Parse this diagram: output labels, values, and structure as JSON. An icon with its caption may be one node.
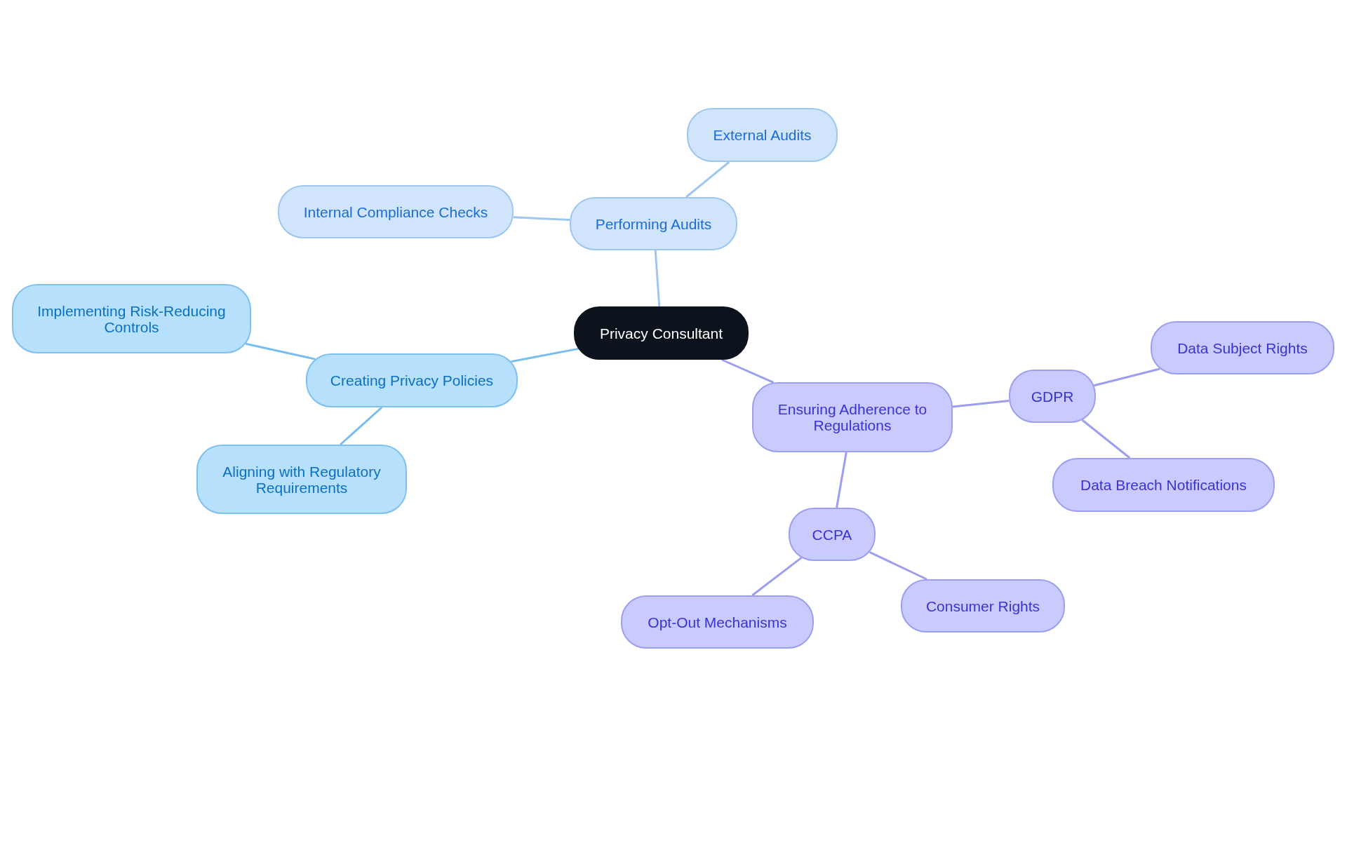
{
  "diagram": {
    "nodes": [
      {
        "text": [
          "Privacy Consultant"
        ]
      },
      {
        "text": [
          "Performing Audits"
        ]
      },
      {
        "text": [
          "External Audits"
        ]
      },
      {
        "text": [
          "Internal Compliance Checks"
        ]
      },
      {
        "text": [
          "Creating Privacy Policies"
        ]
      },
      {
        "text": [
          "Implementing Risk-Reducing Controls"
        ]
      },
      {
        "text": [
          "Aligning with Regulatory Requirements"
        ]
      },
      {
        "text": [
          "Ensuring Adherence to Regulations"
        ]
      },
      {
        "text": [
          "GDPR"
        ]
      },
      {
        "text": [
          "Data Subject Rights"
        ]
      },
      {
        "text": [
          "Data Breach Notifications"
        ]
      },
      {
        "text": [
          "CCPA"
        ]
      },
      {
        "text": [
          "Consumer Rights"
        ]
      },
      {
        "text": [
          "Opt-Out Mechanisms"
        ]
      }
    ],
    "edges": [
      {
        "from": 0,
        "to": 1,
        "arrow": "none",
        "color": "#9fc6f1"
      },
      {
        "from": 1,
        "to": 2,
        "arrow": "none",
        "color": "#9fc6f1"
      },
      {
        "from": 1,
        "to": 3,
        "arrow": "none",
        "color": "#9fc6f1"
      },
      {
        "from": 0,
        "to": 4,
        "arrow": "none",
        "color": "#77bdef"
      },
      {
        "from": 4,
        "to": 5,
        "arrow": "none",
        "color": "#77bdef"
      },
      {
        "from": 4,
        "to": 6,
        "arrow": "none",
        "color": "#77bdef"
      },
      {
        "from": 0,
        "to": 7,
        "arrow": "none"
      },
      {
        "from": 7,
        "to": 8,
        "arrow": "none"
      },
      {
        "from": 8,
        "to": 9,
        "arrow": "none"
      },
      {
        "from": 8,
        "to": 10,
        "arrow": "none"
      },
      {
        "from": 7,
        "to": 11,
        "arrow": "none"
      },
      {
        "from": 11,
        "to": 12,
        "arrow": "none"
      },
      {
        "from": 11,
        "to": 13,
        "arrow": "none"
      }
    ]
  }
}
